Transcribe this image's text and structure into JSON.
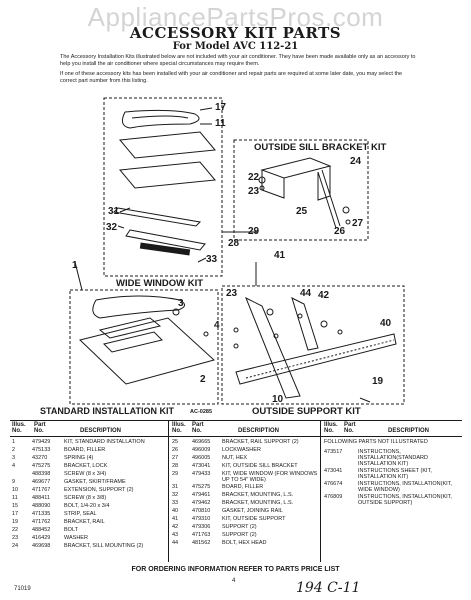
{
  "watermark": "AppliancePartsPros.com",
  "header": {
    "title": "ACCESSORY KIT PARTS",
    "subtitle": "For Model AVC 112-21"
  },
  "intro": {
    "p1": "The Accessory Installation Kits illustrated below are not included with your air conditioner. They have been made available only as an accessory to help you install the air conditioner where special circumstances may require them.",
    "p2": "If one of these accessory kits has been installed with your air conditioner and repair parts are required at some later date, you may select the correct part number from this listing."
  },
  "kits": {
    "wide_window": "WIDE WINDOW KIT",
    "outside_sill": "OUTSIDE SILL BRACKET KIT",
    "standard": "STANDARD INSTALLATION KIT",
    "standard_code": "AC-0285",
    "outside_support": "OUTSIDE SUPPORT KIT"
  },
  "callouts": {
    "c17": "17",
    "c11": "11",
    "c31": "31",
    "c32": "32",
    "c33": "33",
    "c29": "29",
    "c28": "28",
    "c41": "41",
    "c24": "24",
    "c22": "22",
    "c23": "23",
    "c25": "25",
    "c26": "26",
    "c27": "27",
    "c1": "1",
    "c3": "3",
    "c2": "2",
    "c4": "4",
    "c44": "44",
    "c42": "42",
    "c40": "40",
    "c19": "19",
    "c10": "10"
  },
  "table": {
    "headers": {
      "illus_no": "Illus. No.",
      "part_no": "Part No.",
      "description": "DESCRIPTION"
    },
    "col1": [
      {
        "n": "1",
        "p": "479429",
        "d": "KIT, STANDARD INSTALLATION"
      },
      {
        "n": "2",
        "p": "475133",
        "d": "BOARD, FILLER"
      },
      {
        "n": "3",
        "p": "43270",
        "d": "SPRING (4)"
      },
      {
        "n": "4",
        "p": "475275",
        "d": "BRACKET, LOCK"
      },
      {
        "n": "",
        "p": "488398",
        "d": "SCREW (8 x 3/4)"
      },
      {
        "n": "9",
        "p": "469677",
        "d": "GASKET, SKIRT/FRAME"
      },
      {
        "n": "10",
        "p": "471767",
        "d": "EXTENSION, SUPPORT (2)"
      },
      {
        "n": "11",
        "p": "488411",
        "d": "SCREW (8 x 3/8)"
      },
      {
        "n": "15",
        "p": "488090",
        "d": "BOLT, 1/4-20 x 3/4"
      },
      {
        "n": "17",
        "p": "471335",
        "d": "STRIP, SEAL"
      },
      {
        "n": "19",
        "p": "471762",
        "d": "BRACKET, RAIL"
      },
      {
        "n": "22",
        "p": "488452",
        "d": "BOLT"
      },
      {
        "n": "23",
        "p": "416429",
        "d": "WASHER"
      },
      {
        "n": "24",
        "p": "469698",
        "d": "BRACKET, SILL MOUNTING (2)"
      }
    ],
    "col2": [
      {
        "n": "25",
        "p": "469665",
        "d": "BRACKET, RAIL SUPPORT (2)"
      },
      {
        "n": "26",
        "p": "496009",
        "d": "LOCKWASHER"
      },
      {
        "n": "27",
        "p": "496005",
        "d": "NUT, HEX"
      },
      {
        "n": "28",
        "p": "473041",
        "d": "KIT, OUTSIDE SILL BRACKET"
      },
      {
        "n": "29",
        "p": "479433",
        "d": "KIT, WIDE WINDOW (FOR WINDOWS UP TO 54\" WIDE)"
      },
      {
        "n": "31",
        "p": "475275",
        "d": "BOARD, FILLER"
      },
      {
        "n": "32",
        "p": "479461",
        "d": "BRACKET, MOUNTING, L.S."
      },
      {
        "n": "33",
        "p": "479462",
        "d": "BRACKET, MOUNTING, L.S."
      },
      {
        "n": "40",
        "p": "470810",
        "d": "GASKET, JOINING RAIL"
      },
      {
        "n": "41",
        "p": "479310",
        "d": "KIT, OUTSIDE SUPPORT"
      },
      {
        "n": "42",
        "p": "479306",
        "d": "SUPPORT (2)"
      },
      {
        "n": "43",
        "p": "471763",
        "d": "SUPPORT (2)"
      },
      {
        "n": "44",
        "p": "481562",
        "d": "BOLT, HEX HEAD"
      }
    ],
    "col3_heading": "FOLLOWING PARTS NOT ILLUSTRATED",
    "col3": [
      {
        "p": "473517",
        "d": "INSTRUCTIONS, INSTALLATION(STANDARD INSTALLATION KIT)"
      },
      {
        "p": "473041",
        "d": "INSTRUCTIONS SHEET (KIT, INSTALLATION KIT)"
      },
      {
        "p": "476674",
        "d": "INSTRUCTIONS, INSTALLATION(KIT, WIDE WINDOW)"
      },
      {
        "p": "476809",
        "d": "INSTRUCTIONS, INSTALLATION(KIT, OUTSIDE SUPPORT)"
      }
    ]
  },
  "footer": {
    "code": "71019",
    "page": "4",
    "note": "FOR ORDERING INFORMATION REFER TO PARTS PRICE LIST",
    "handwritten": "194 C-11"
  }
}
